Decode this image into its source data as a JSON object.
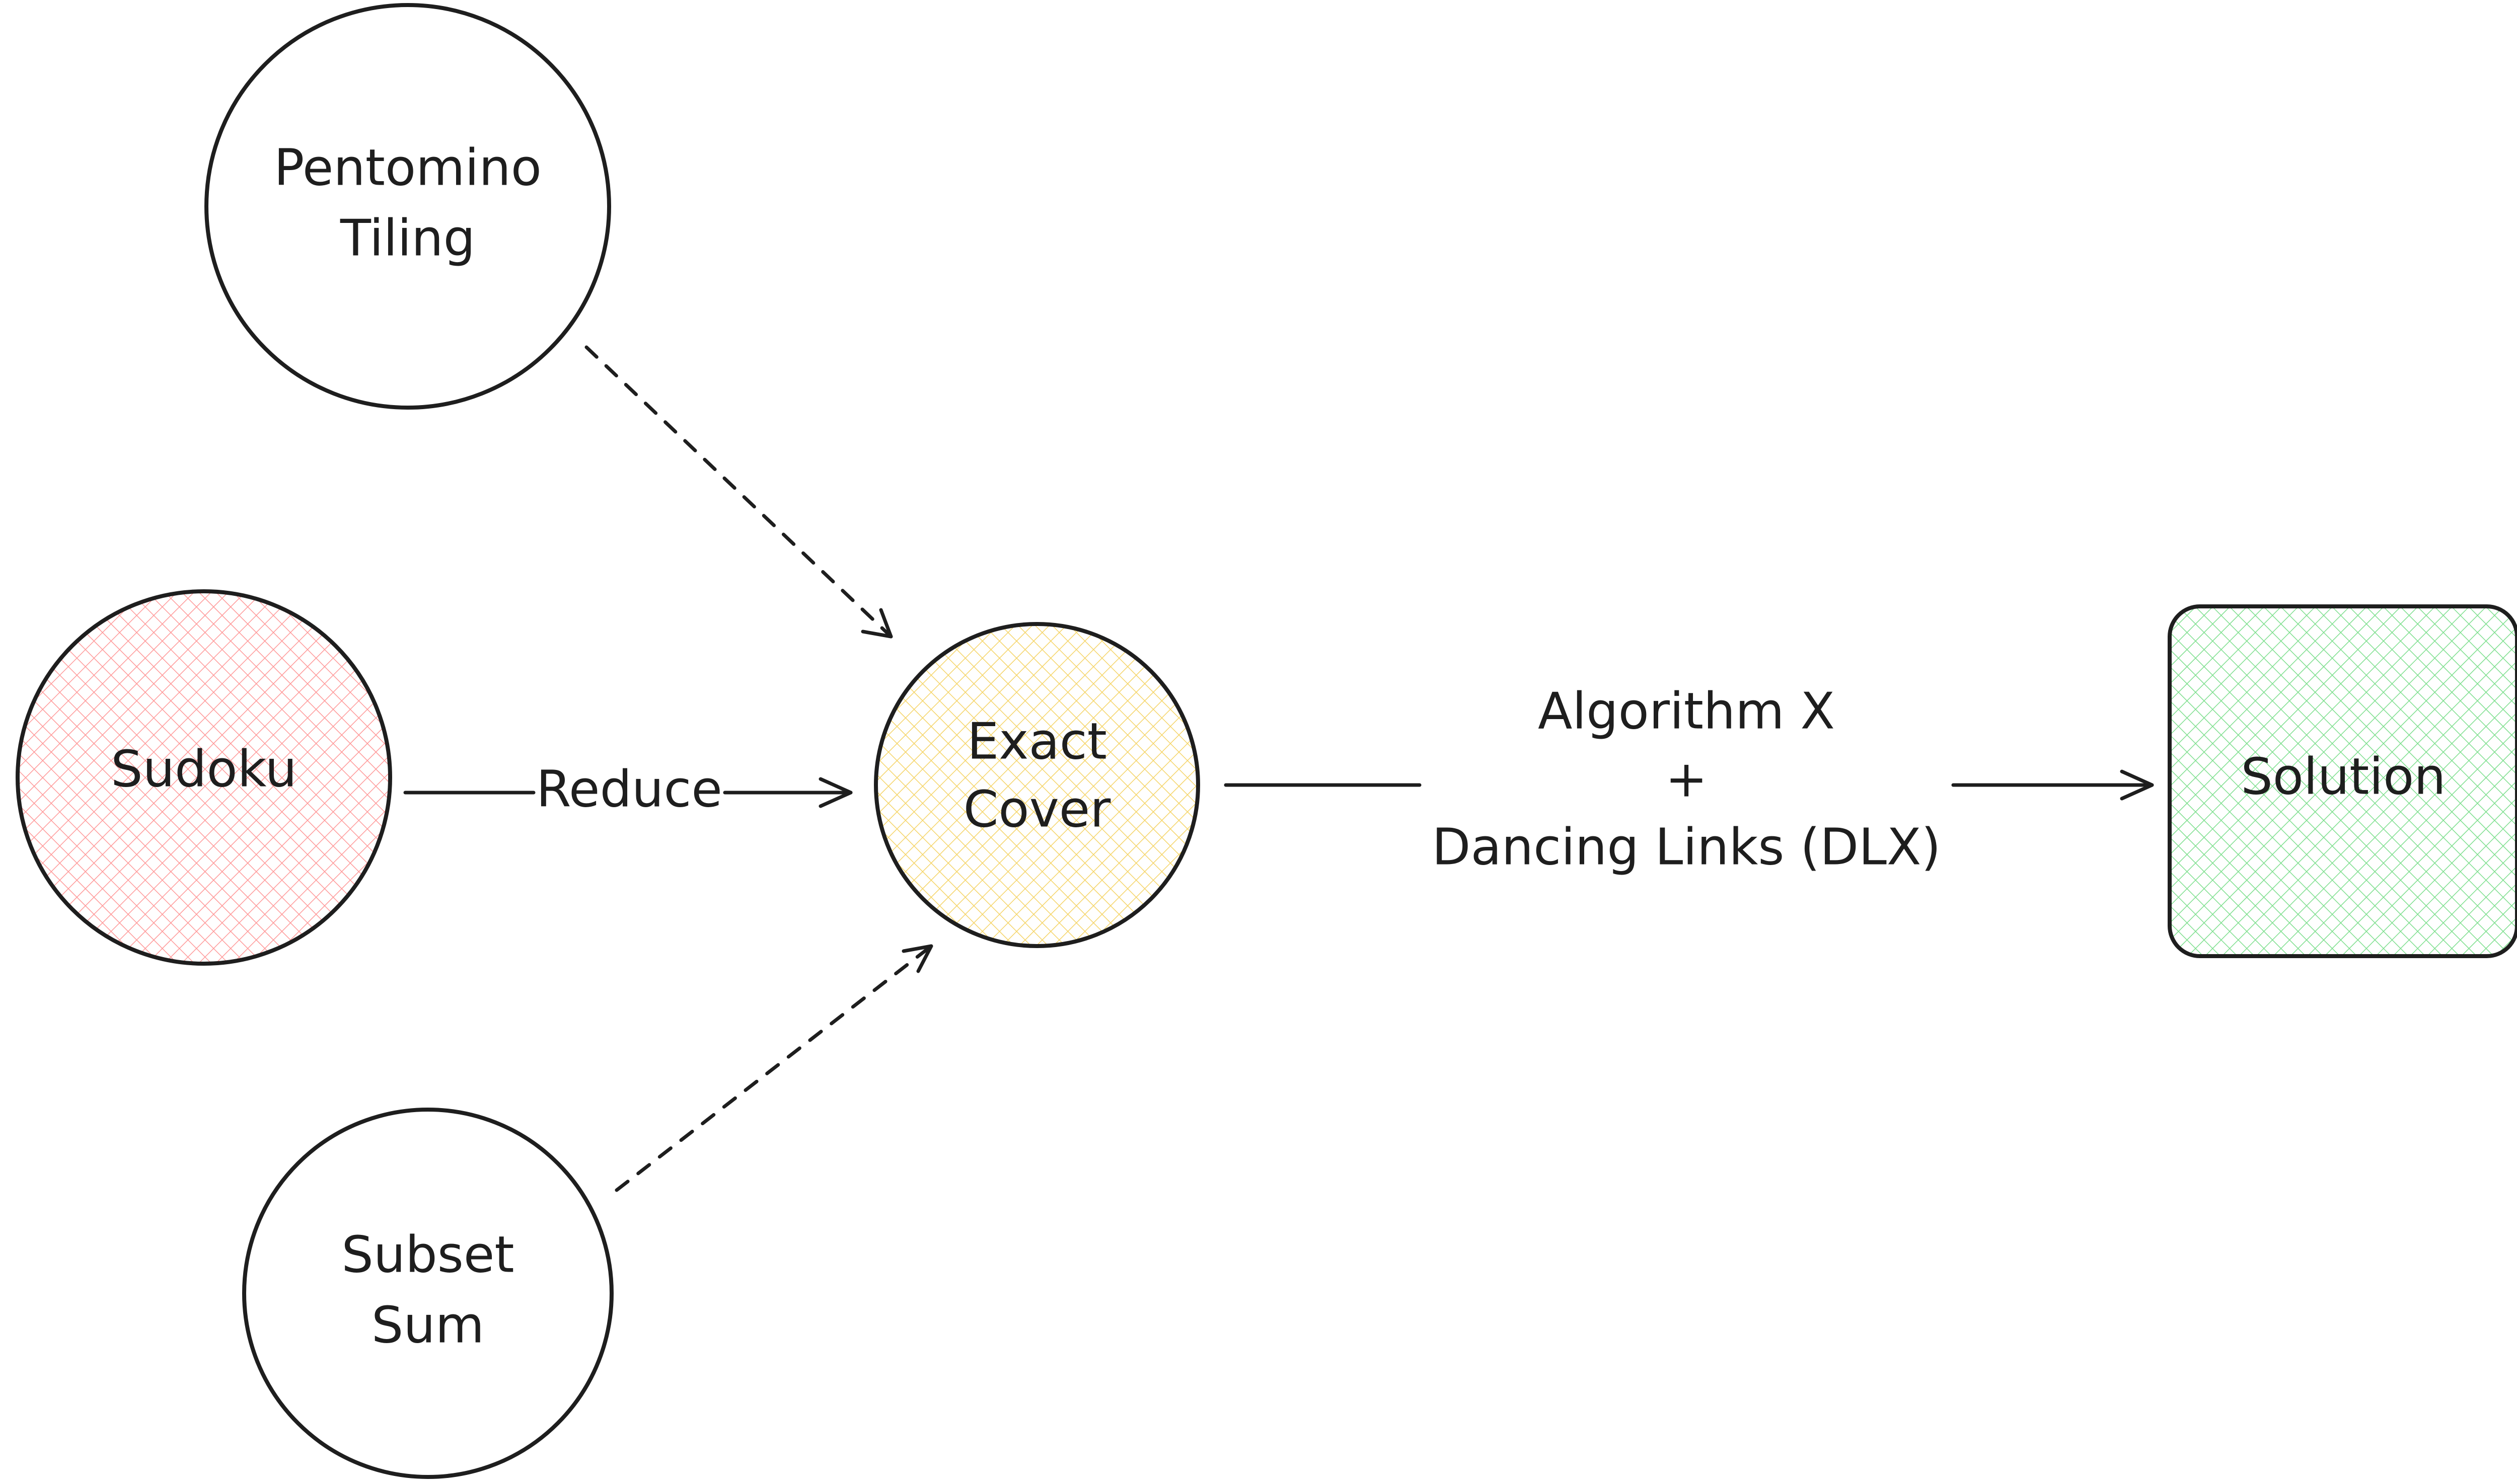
{
  "colors": {
    "stroke": "#1e1e1e",
    "sudoku_fill": "#ffc9c9",
    "exact_cover_fill": "#ffec99",
    "solution_fill": "#b2f2bb"
  },
  "nodes": {
    "pentomino": {
      "line1": "Pentomino",
      "line2": "Tiling"
    },
    "sudoku": {
      "label": "Sudoku"
    },
    "subset_sum": {
      "line1": "Subset",
      "line2": "Sum"
    },
    "exact_cover": {
      "line1": "Exact",
      "line2": "Cover"
    },
    "solution": {
      "label": "Solution"
    }
  },
  "edges": {
    "reduce_label": "Reduce",
    "algorithm": {
      "line1": "Algorithm X",
      "line2": "+",
      "line3": "Dancing Links (DLX)"
    }
  }
}
